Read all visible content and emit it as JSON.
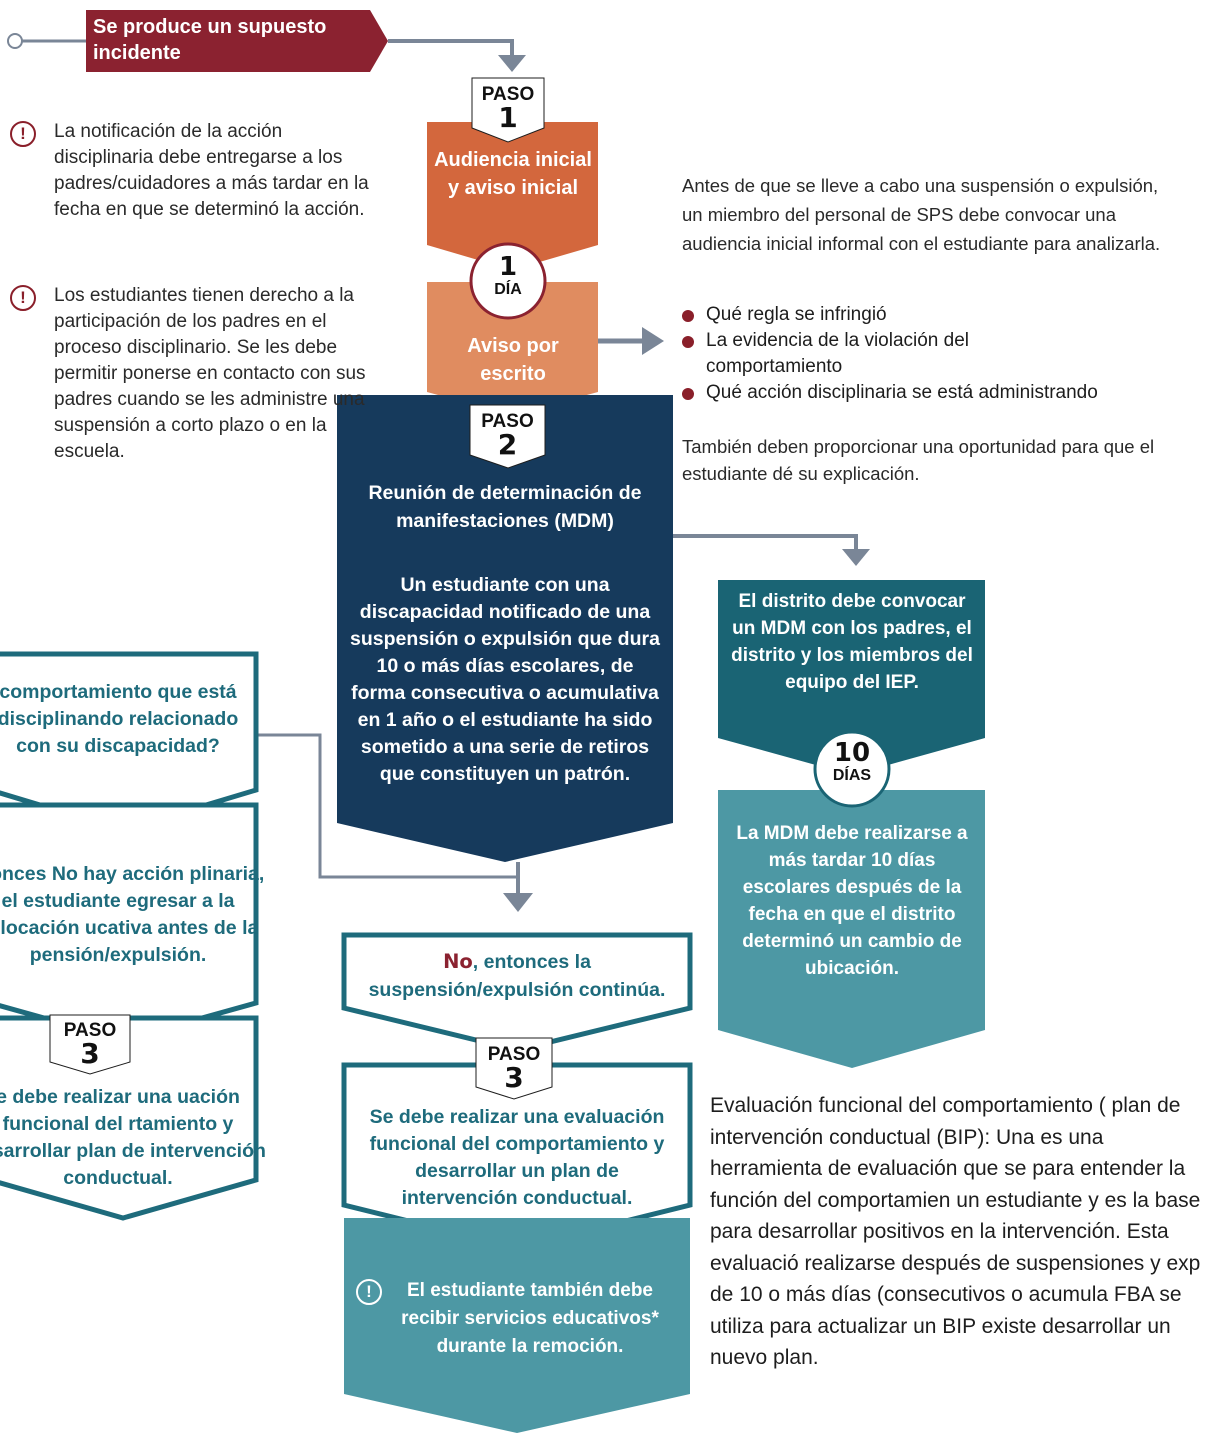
{
  "colors": {
    "incident": "#8b2230",
    "step1_dark": "#d3673d",
    "step1_light": "#e08c60",
    "step2_navy": "#163a5c",
    "teal_dark": "#1a6474",
    "teal_light": "#4d98a4",
    "outline_teal": "#1e6b7c",
    "connector": "#7a8697",
    "bullet": "#8a1f2a"
  },
  "incident": {
    "label": "Se produce un supuesto incidente"
  },
  "step1": {
    "paso_label": "PASO",
    "paso_number": "1",
    "title": "Audiencia inicial y aviso inicial",
    "days_number": "1",
    "days_label": "DÍA",
    "written_notice": "Aviso por escrito"
  },
  "left_notes": [
    {
      "icon": "exclamation-circle-icon",
      "text": "La notificación de la acción disciplinaria debe entregarse a los padres/cuidadores a más tardar en la fecha en que se determinó la acción."
    },
    {
      "icon": "exclamation-circle-icon",
      "text": "Los estudiantes tienen derecho a la participación de los padres en el proceso disciplinario. Se les debe permitir ponerse en contacto con sus padres cuando se les administre una suspensión a corto plazo o en la escuela."
    }
  ],
  "right_info": {
    "intro": "Antes de que se lleve a cabo una suspensión o expulsión, un miembro del personal de SPS debe convocar una audiencia inicial informal con el estudiante para analizarla.",
    "bullets": [
      "Qué regla se infringió",
      "La evidencia de la violación del comportamiento",
      "Qué acción disciplinaria se está administrando"
    ],
    "closing": "También deben proporcionar una oportunidad para que el estudiante dé su explicación."
  },
  "step2": {
    "paso_label": "PASO",
    "paso_number": "2",
    "title": "Reunión de determinación de manifestaciones (MDM)",
    "body": "Un estudiante con una discapacidad notificado de una suspensión o expulsión que dura 10 o más días escolares, de forma consecutiva o acumulativa en 1 año o el estudiante ha sido sometido a una serie de retiros que constituyen un patrón."
  },
  "district": {
    "convene": "El distrito debe convocar un MDM con los padres, el distrito y los miembros del equipo del IEP.",
    "days_number": "10",
    "days_label": "DÍAS",
    "deadline": "La MDM debe realizarse a más tardar 10 días escolares después de la fecha en que el distrito determinó un cambio de ubicación."
  },
  "question": {
    "text": "comportamiento que está disciplinando relacionado con su discapacidad?"
  },
  "yes_branch": {
    "result": "ntonces No hay acción plinaria, el estudiante egresar a la colocación ucativa antes de la pensión/expulsión.",
    "paso_label": "PASO",
    "paso_number": "3",
    "action": "e debe realizar una uación funcional del rtamiento y desarrollar plan de intervención conductual."
  },
  "no_branch": {
    "no_word": "No",
    "result_rest": ", entonces la suspensión/expulsión continúa.",
    "paso_label": "PASO",
    "paso_number": "3",
    "action": "Se debe realizar una evaluación funcional del comportamiento y desarrollar un plan de intervención conductual.",
    "services_note": "El estudiante también debe recibir servicios educativos* durante la remoción."
  },
  "fba_text": "Evaluación funcional del comportamiento ( plan de intervención conductual (BIP): Una es una herramienta de evaluación que se para entender la función del comportamien un estudiante y es la base para desarrollar positivos en la intervención. Esta evaluació realizarse después de suspensiones y exp de 10 o más días (consecutivos o acumula FBA se utiliza para actualizar un BIP existe desarrollar un nuevo plan."
}
